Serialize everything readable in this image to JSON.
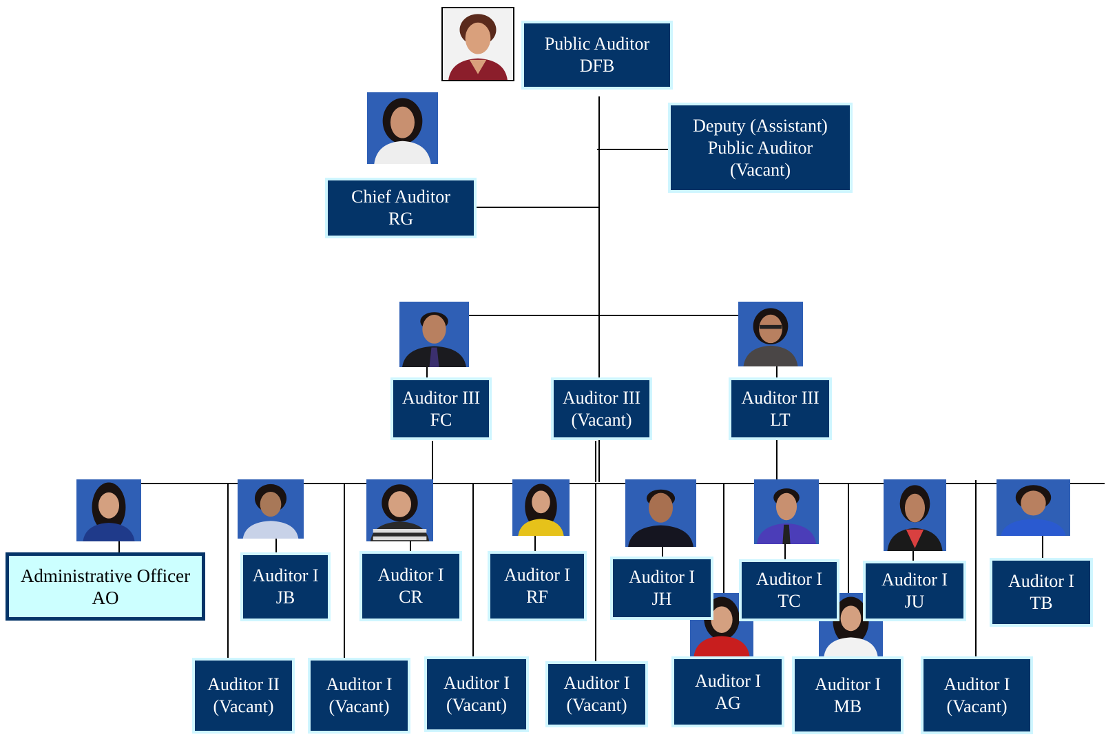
{
  "boxes": {
    "public_auditor": {
      "title": "Public Auditor",
      "name": "DFB"
    },
    "deputy": {
      "line1": "Deputy (Assistant)",
      "line2": "Public Auditor",
      "line3": "(Vacant)"
    },
    "chief": {
      "title": "Chief Auditor",
      "name": "RG"
    },
    "a3_fc": {
      "title": "Auditor III",
      "name": "FC"
    },
    "a3_vacant": {
      "title": "Auditor III",
      "name": "(Vacant)"
    },
    "a3_lt": {
      "title": "Auditor III",
      "name": "LT"
    },
    "ao": {
      "title": "Administrative Officer",
      "name": "AO"
    },
    "a1_jb": {
      "title": "Auditor I",
      "name": "JB"
    },
    "a1_cr": {
      "title": "Auditor I",
      "name": "CR"
    },
    "a1_rf": {
      "title": "Auditor I",
      "name": "RF"
    },
    "a1_jh": {
      "title": "Auditor I",
      "name": "JH"
    },
    "a1_tc": {
      "title": "Auditor I",
      "name": "TC"
    },
    "a1_ju": {
      "title": "Auditor I",
      "name": "JU"
    },
    "a1_tb": {
      "title": "Auditor I",
      "name": "TB"
    },
    "a2_vacant": {
      "title": "Auditor II",
      "name": "(Vacant)"
    },
    "a1_vacant_1": {
      "title": "Auditor I",
      "name": "(Vacant)"
    },
    "a1_vacant_2": {
      "title": "Auditor I",
      "name": "(Vacant)"
    },
    "a1_vacant_3": {
      "title": "Auditor I",
      "name": "(Vacant)"
    },
    "a1_ag": {
      "title": "Auditor I",
      "name": "AG"
    },
    "a1_mb": {
      "title": "Auditor I",
      "name": "MB"
    },
    "a1_vacant_4": {
      "title": "Auditor I",
      "name": "(Vacant)"
    }
  },
  "colors": {
    "box_fill": "#043468",
    "box_border": "#cff6ff",
    "light_box_fill": "#ccffff",
    "photo_background": "#2f5fb5"
  }
}
